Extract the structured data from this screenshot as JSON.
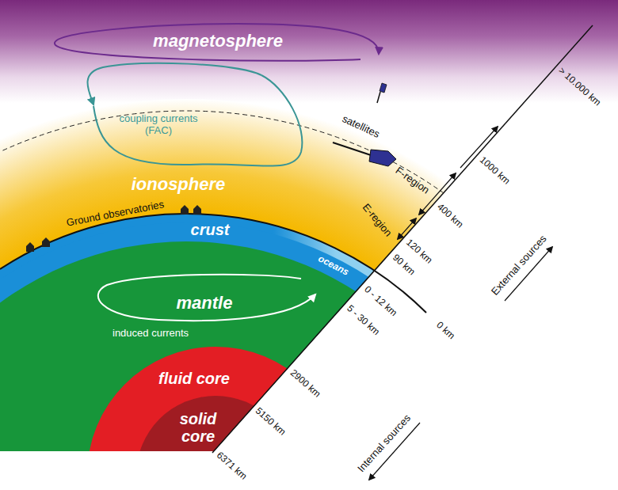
{
  "diagram": {
    "nodes": [
      {
        "text": [
          "magnetosphere"
        ]
      },
      {
        "text": [
          "ionosphere"
        ]
      },
      {
        "text": [
          "crust"
        ]
      },
      {
        "text": [
          "mantle"
        ]
      },
      {
        "text": [
          "fluid core"
        ]
      },
      {
        "text": [
          "solid core"
        ],
        "in": 4
      }
    ],
    "labels": [
      "coupling currents (FAC)",
      "satellites",
      "F-region",
      "E-region",
      "Ground observatories",
      "oceans",
      "induced currents",
      "> 10.000 km",
      "1000 km",
      "400 km",
      "120 km",
      "90 km",
      "0 - 12 km",
      "5 - 30 km",
      "0 km",
      "2900 km",
      "5150 km",
      "6371 km",
      "External sources",
      "Internal sources"
    ]
  }
}
